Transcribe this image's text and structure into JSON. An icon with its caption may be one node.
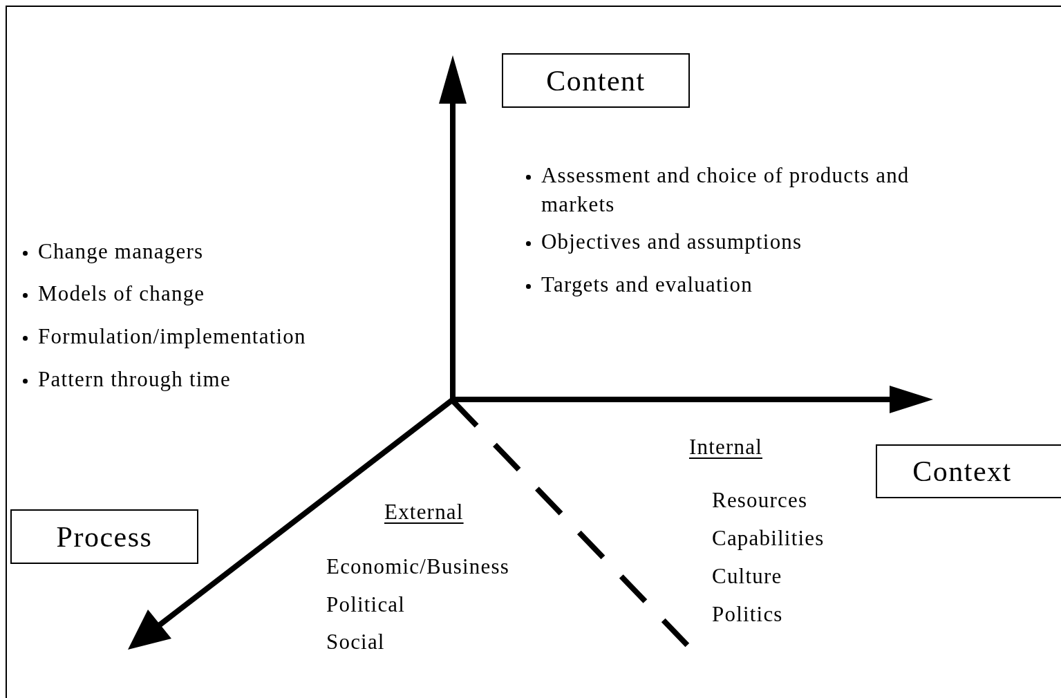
{
  "diagram": {
    "nodes": [
      {
        "text": [
          "Content"
        ]
      },
      {
        "text": [
          "Context"
        ]
      },
      {
        "text": [
          "Process"
        ]
      }
    ],
    "labels": [
      "Assessment and choice of products and markets",
      "Objectives and assumptions",
      "Targets and evaluation",
      "Change managers",
      "Models of change",
      "Formulation/implementation",
      "Pattern through time",
      "Internal",
      "External",
      "Economic/Business",
      "Political",
      "Social",
      "Resources",
      "Capabilities",
      "Culture",
      "Politics"
    ]
  }
}
